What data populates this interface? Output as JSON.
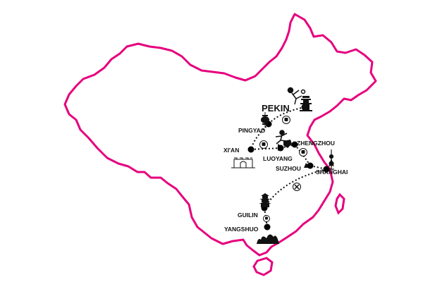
{
  "colors": {
    "border": "#e6007e",
    "route": "#111111",
    "stop": "#000000",
    "background": "#ffffff"
  },
  "cities": [
    {
      "id": "pekin",
      "label": "PEKIN",
      "icon": "temple-pagoda-icon"
    },
    {
      "id": "pingyao",
      "label": "PINGYAO",
      "icon": "lantern-icon"
    },
    {
      "id": "xian",
      "label": "XI'AN",
      "icon": "city-gate-icon"
    },
    {
      "id": "luoyang",
      "label": "LUOYANG",
      "icon": "kung-fu-icon"
    },
    {
      "id": "zhengzhou",
      "label": "ZHENGZHOU",
      "icon": ""
    },
    {
      "id": "suzhou",
      "label": "SUZHOU",
      "icon": "train-icon"
    },
    {
      "id": "shanghai",
      "label": "SHANGHAI",
      "icon": "tv-tower-icon"
    },
    {
      "id": "guilin",
      "label": "GUILIN",
      "icon": "pagoda-icon"
    },
    {
      "id": "yangshuo",
      "label": "YANGSHUO",
      "icon": "karst-mountains-icon"
    }
  ],
  "transport_icons": [
    "train-icon",
    "train-icon",
    "train-icon",
    "train-icon",
    "plane-icon",
    "great-wall-icon"
  ]
}
